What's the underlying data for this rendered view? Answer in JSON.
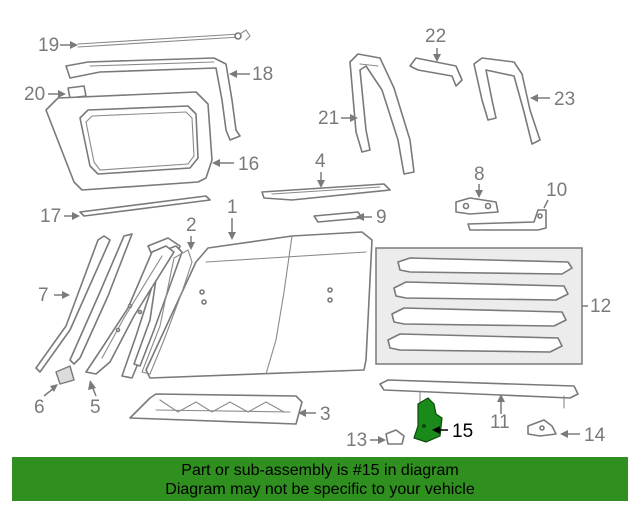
{
  "callouts": {
    "c1": "1",
    "c2": "2",
    "c3": "3",
    "c4": "4",
    "c5": "5",
    "c6": "6",
    "c7": "7",
    "c8": "8",
    "c9": "9",
    "c10": "10",
    "c11": "11",
    "c12": "12",
    "c13": "13",
    "c14": "14",
    "c15": "15",
    "c16": "16",
    "c17": "17",
    "c18": "18",
    "c19": "19",
    "c20": "20",
    "c21": "21",
    "c22": "22",
    "c23": "23"
  },
  "highlighted_part": "15",
  "colors": {
    "highlight": "#1a8a1a",
    "banner": "#2f8f1f",
    "line": "#7a7a7a"
  },
  "notice": {
    "line1": "Part or sub-assembly is #15 in diagram",
    "line2": "Diagram may not be specific to your vehicle"
  }
}
